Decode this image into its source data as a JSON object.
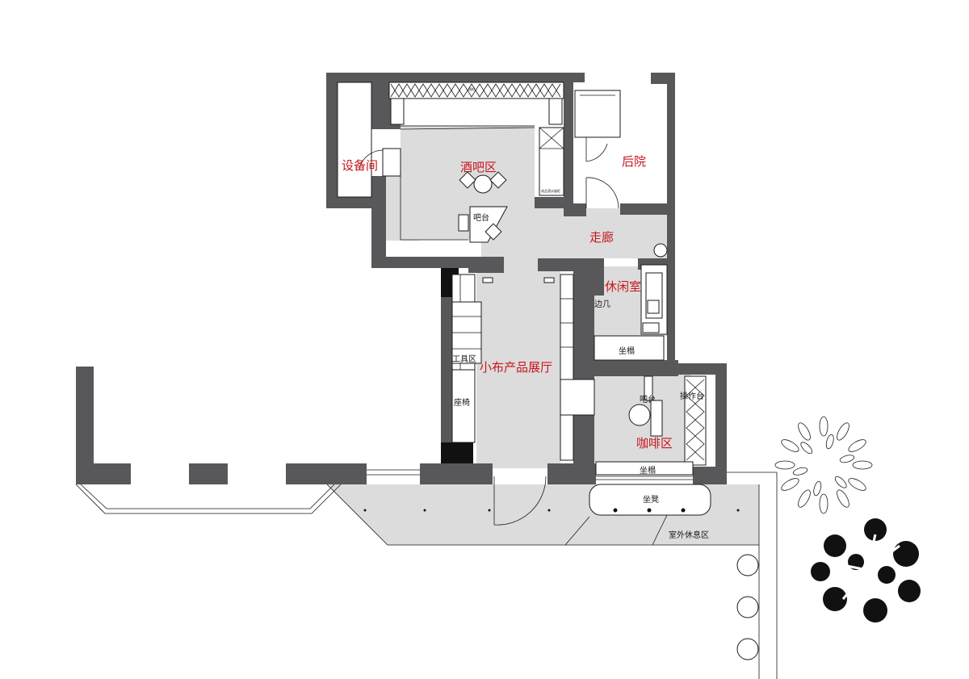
{
  "rooms": {
    "equipment": "设备间",
    "bar_area": "酒吧区",
    "backyard": "后院",
    "corridor": "走廊",
    "lounge": "休闲室",
    "showroom": "小布产品展厅",
    "coffee": "咖啡区",
    "outdoor": "室外休息区"
  },
  "furniture": {
    "bar_counter": "吧台",
    "side_table": "边几",
    "couch_lounge": "坐榻",
    "tool_area": "工具区",
    "seat": "座椅",
    "bar_counter_coffee": "吧台",
    "operation_table": "操作台",
    "couch_coffee": "坐榻",
    "stool": "坐凳",
    "top_cabinet": "酒柜",
    "side_cabinet": "成品酒水展柜"
  },
  "colors": {
    "wall": "#58585a",
    "floor": "#dcdcdc",
    "label": "#c8161d"
  }
}
